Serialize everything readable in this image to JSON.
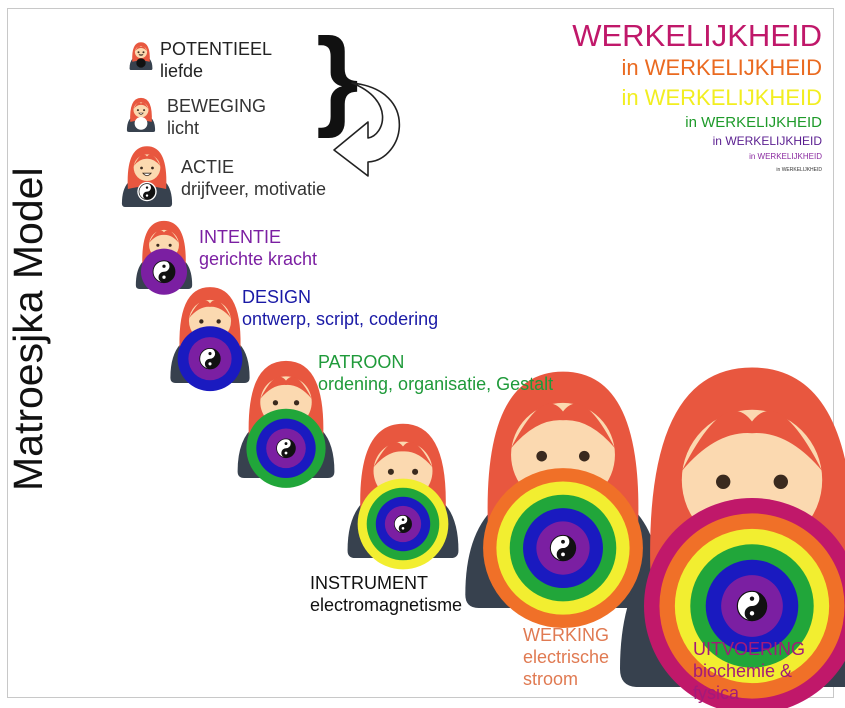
{
  "title": "Matroesjka Model",
  "levels": [
    {
      "name": "POTENTIEEL",
      "sub": "liefde",
      "color": "#222222"
    },
    {
      "name": "BEWEGING",
      "sub": "licht",
      "color": "#333333"
    },
    {
      "name": "ACTIE",
      "sub": "drijfveer, motivatie",
      "color": "#333333"
    },
    {
      "name": "INTENTIE",
      "sub": "gerichte kracht",
      "color": "#7b1fa2"
    },
    {
      "name": "DESIGN",
      "sub": "ontwerp, script, codering",
      "color": "#1a1aa6"
    },
    {
      "name": "PATROON",
      "sub": "ordening, organisatie, Gestalt",
      "color": "#1f9a3a"
    },
    {
      "name": "INSTRUMENT",
      "sub": "electromagnetisme",
      "color": "#111111"
    },
    {
      "name": "WERKING",
      "sub": "electrische stroom",
      "color": "#e07a52"
    },
    {
      "name": "UITVOERING",
      "sub": "biochemie & fysica",
      "color": "#a31a7a"
    }
  ],
  "reality": [
    {
      "text": "WERKELIJKHEID",
      "color": "#c0186a"
    },
    {
      "text": "in WERKELIJKHEID",
      "color": "#ea6a20"
    },
    {
      "text": "in WERKELIJKHEID",
      "color": "#f2ee20"
    },
    {
      "text": "in WERKELIJKHEID",
      "color": "#1e9a2a"
    },
    {
      "text": "in WERKELIJKHEID",
      "color": "#5a1e90"
    },
    {
      "text": "in WERKELIJKHEID",
      "color": "#8a2aa0"
    },
    {
      "text": "in WERKELIJKHEID",
      "color": "#333333"
    }
  ],
  "ring_colors": [
    "#c0186a",
    "#f07028",
    "#f2ee30",
    "#21a63a",
    "#1a1ac0",
    "#7b1fa2"
  ],
  "doll_colors": {
    "hood": "#e8573f",
    "face": "#fbd9b0",
    "body": "#37414e",
    "features": "#3a2a1e",
    "mouth": "#ffffff"
  },
  "icons": {
    "bracket": "curly-brace-icon",
    "arrow": "curved-arrow-icon",
    "center": "yin-yang-icon"
  }
}
